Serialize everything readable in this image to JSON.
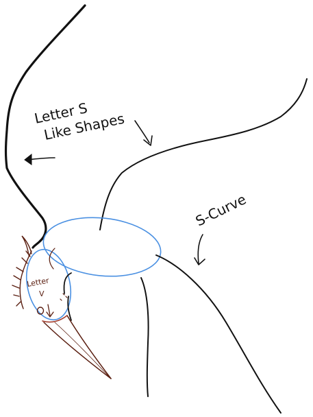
{
  "annotations": {
    "letter_s_line1": "Letter S",
    "letter_s_line2": "Like Shapes",
    "s_curve": "S-Curve",
    "letter_v_line1": "Letter",
    "letter_v_line2": "V"
  },
  "colors": {
    "ink": "#111111",
    "guide_blue": "#4a90e2",
    "beak_brown": "#5a1e10",
    "background": "#ffffff"
  }
}
